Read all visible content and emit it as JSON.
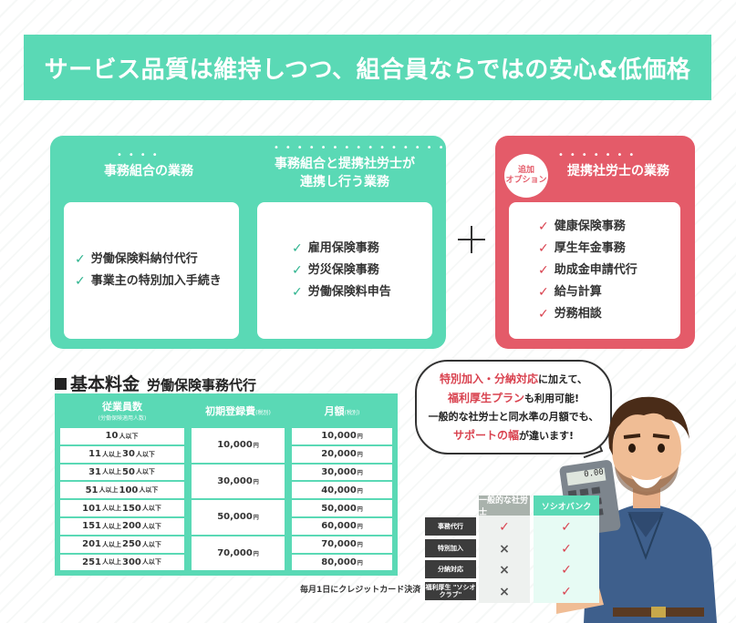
{
  "banner": {
    "title": "サービス品質は維持しつつ、組合員ならではの安心&低価格"
  },
  "columns": [
    {
      "heading": "事務組合の業務",
      "items": [
        "労働保険料納付代行",
        "事業主の特別加入手続き"
      ]
    },
    {
      "heading_line1": "事務組合と提携社労士が",
      "heading_line2": "連携し行う業務",
      "items": [
        "雇用保険事務",
        "労災保険事務",
        "労働保険料申告"
      ]
    },
    {
      "badge_line1": "追加",
      "badge_line2": "オプション",
      "heading": "提携社労士の業務",
      "items": [
        "健康保険事務",
        "厚生年金事務",
        "助成金申請代行",
        "給与計算",
        "労務相談"
      ]
    }
  ],
  "fees": {
    "title": "基本料金",
    "subtitle": "労働保険事務代行",
    "headers": {
      "employees": "従業員数",
      "employees_note": "(労働保険適用人数)",
      "initial": "初期登録費",
      "initial_note": "(税別)",
      "monthly": "月額",
      "monthly_note": "(税別)"
    },
    "rows": [
      {
        "from": "10",
        "from_unit": "人以下",
        "mid": "",
        "to": "",
        "to_unit": ""
      },
      {
        "from": "11",
        "from_unit": "人以上",
        "mid": "30",
        "to": "",
        "to_unit": "人以下"
      },
      {
        "from": "31",
        "from_unit": "人以上",
        "mid": "50",
        "to": "",
        "to_unit": "人以下"
      },
      {
        "from": "51",
        "from_unit": "人以上",
        "mid": "100",
        "to": "",
        "to_unit": "人以下"
      },
      {
        "from": "101",
        "from_unit": "人以上",
        "mid": "150",
        "to": "",
        "to_unit": "人以下"
      },
      {
        "from": "151",
        "from_unit": "人以上",
        "mid": "200",
        "to": "",
        "to_unit": "人以下"
      },
      {
        "from": "201",
        "from_unit": "人以上",
        "mid": "250",
        "to": "",
        "to_unit": "人以下"
      },
      {
        "from": "251",
        "from_unit": "人以上",
        "mid": "300",
        "to": "",
        "to_unit": "人以下"
      }
    ],
    "initial_fees": [
      "10,000",
      "30,000",
      "50,000",
      "70,000"
    ],
    "monthly_fees": [
      "10,000",
      "20,000",
      "30,000",
      "40,000",
      "50,000",
      "60,000",
      "70,000",
      "80,000"
    ],
    "yen": "円",
    "note": "毎月1日にクレジットカード決済"
  },
  "bubble": {
    "line1_hl": "特別加入・分納対応",
    "line1_rest": "に加えて、",
    "line2_hl": "福利厚生プラン",
    "line2_rest": "も利用可能!",
    "line3": "一般的な社労士と同水準の月額でも、",
    "line4_hl": "サポートの幅",
    "line4_rest": "が違います!"
  },
  "comparison": {
    "col1": "一般的な社労士",
    "col2": "ソシオバンク",
    "rows": [
      {
        "label": "事務代行",
        "a": "✓",
        "b": "✓"
      },
      {
        "label": "特別加入",
        "a": "×",
        "b": "✓"
      },
      {
        "label": "分納対応",
        "a": "×",
        "b": "✓"
      },
      {
        "label": "福利厚生 \"ソシオクラブ\"",
        "a": "×",
        "b": "✓"
      }
    ]
  },
  "calculator": {
    "display": "0.00"
  },
  "colors": {
    "green": "#5ad9b5",
    "red": "#e45b69",
    "check_red": "#d9424f"
  }
}
